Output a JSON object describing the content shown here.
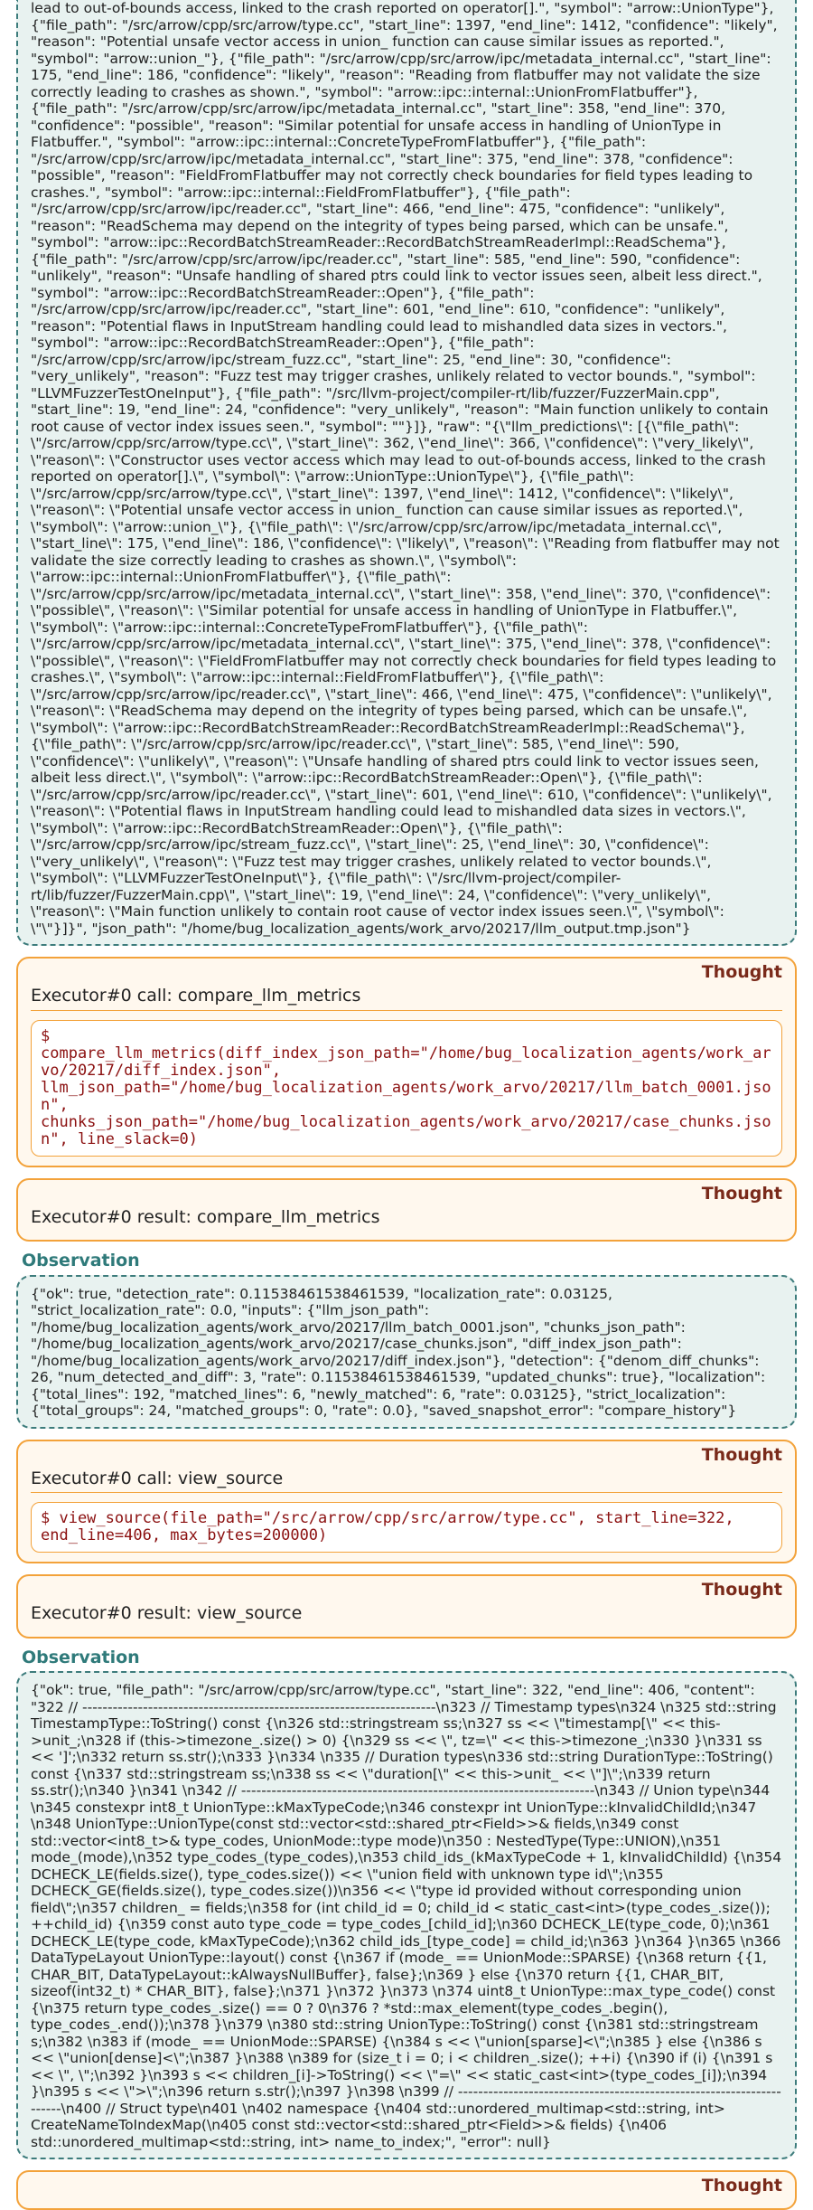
{
  "observation_1": {
    "text": "lead to out-of-bounds access, linked to the crash reported on operator[].\", \"symbol\": \"arrow::UnionType\"}, {\"file_path\": \"/src/arrow/cpp/src/arrow/type.cc\", \"start_line\": 1397, \"end_line\": 1412, \"confidence\": \"likely\", \"reason\": \"Potential unsafe vector access in union_ function can cause similar issues as reported.\", \"symbol\": \"arrow::union_\"}, {\"file_path\": \"/src/arrow/cpp/src/arrow/ipc/metadata_internal.cc\", \"start_line\": 175, \"end_line\": 186, \"confidence\": \"likely\", \"reason\": \"Reading from flatbuffer may not validate the size correctly leading to crashes as shown.\", \"symbol\": \"arrow::ipc::internal::UnionFromFlatbuffer\"}, {\"file_path\": \"/src/arrow/cpp/src/arrow/ipc/metadata_internal.cc\", \"start_line\": 358, \"end_line\": 370, \"confidence\": \"possible\", \"reason\": \"Similar potential for unsafe access in handling of UnionType in Flatbuffer.\", \"symbol\": \"arrow::ipc::internal::ConcreteTypeFromFlatbuffer\"}, {\"file_path\": \"/src/arrow/cpp/src/arrow/ipc/metadata_internal.cc\", \"start_line\": 375, \"end_line\": 378, \"confidence\": \"possible\", \"reason\": \"FieldFromFlatbuffer may not correctly check boundaries for field types leading to crashes.\", \"symbol\": \"arrow::ipc::internal::FieldFromFlatbuffer\"}, {\"file_path\": \"/src/arrow/cpp/src/arrow/ipc/reader.cc\", \"start_line\": 466, \"end_line\": 475, \"confidence\": \"unlikely\", \"reason\": \"ReadSchema may depend on the integrity of types being parsed, which can be unsafe.\", \"symbol\": \"arrow::ipc::RecordBatchStreamReader::RecordBatchStreamReaderImpl::ReadSchema\"}, {\"file_path\": \"/src/arrow/cpp/src/arrow/ipc/reader.cc\", \"start_line\": 585, \"end_line\": 590, \"confidence\": \"unlikely\", \"reason\": \"Unsafe handling of shared ptrs could link to vector issues seen, albeit less direct.\", \"symbol\": \"arrow::ipc::RecordBatchStreamReader::Open\"}, {\"file_path\": \"/src/arrow/cpp/src/arrow/ipc/reader.cc\", \"start_line\": 601, \"end_line\": 610, \"confidence\": \"unlikely\", \"reason\": \"Potential flaws in InputStream handling could lead to mishandled data sizes in vectors.\", \"symbol\": \"arrow::ipc::RecordBatchStreamReader::Open\"}, {\"file_path\": \"/src/arrow/cpp/src/arrow/ipc/stream_fuzz.cc\", \"start_line\": 25, \"end_line\": 30, \"confidence\": \"very_unlikely\", \"reason\": \"Fuzz test may trigger crashes, unlikely related to vector bounds.\", \"symbol\": \"LLVMFuzzerTestOneInput\"}, {\"file_path\": \"/src/llvm-project/compiler-rt/lib/fuzzer/FuzzerMain.cpp\", \"start_line\": 19, \"end_line\": 24, \"confidence\": \"very_unlikely\", \"reason\": \"Main function unlikely to contain root cause of vector index issues seen.\", \"symbol\": \"\"}]}, \"raw\": \"{\\\"llm_predictions\\\": [{\\\"file_path\\\": \\\"/src/arrow/cpp/src/arrow/type.cc\\\", \\\"start_line\\\": 362, \\\"end_line\\\": 366, \\\"confidence\\\": \\\"very_likely\\\", \\\"reason\\\": \\\"Constructor uses vector access which may lead to out-of-bounds access, linked to the crash reported on operator[].\\\", \\\"symbol\\\": \\\"arrow::UnionType::UnionType\\\"}, {\\\"file_path\\\": \\\"/src/arrow/cpp/src/arrow/type.cc\\\", \\\"start_line\\\": 1397, \\\"end_line\\\": 1412, \\\"confidence\\\": \\\"likely\\\", \\\"reason\\\": \\\"Potential unsafe vector access in union_ function can cause similar issues as reported.\\\", \\\"symbol\\\": \\\"arrow::union_\\\"}, {\\\"file_path\\\": \\\"/src/arrow/cpp/src/arrow/ipc/metadata_internal.cc\\\", \\\"start_line\\\": 175, \\\"end_line\\\": 186, \\\"confidence\\\": \\\"likely\\\", \\\"reason\\\": \\\"Reading from flatbuffer may not validate the size correctly leading to crashes as shown.\\\", \\\"symbol\\\": \\\"arrow::ipc::internal::UnionFromFlatbuffer\\\"}, {\\\"file_path\\\": \\\"/src/arrow/cpp/src/arrow/ipc/metadata_internal.cc\\\", \\\"start_line\\\": 358, \\\"end_line\\\": 370, \\\"confidence\\\": \\\"possible\\\", \\\"reason\\\": \\\"Similar potential for unsafe access in handling of UnionType in Flatbuffer.\\\", \\\"symbol\\\": \\\"arrow::ipc::internal::ConcreteTypeFromFlatbuffer\\\"}, {\\\"file_path\\\": \\\"/src/arrow/cpp/src/arrow/ipc/metadata_internal.cc\\\", \\\"start_line\\\": 375, \\\"end_line\\\": 378, \\\"confidence\\\": \\\"possible\\\", \\\"reason\\\": \\\"FieldFromFlatbuffer may not correctly check boundaries for field types leading to crashes.\\\", \\\"symbol\\\": \\\"arrow::ipc::internal::FieldFromFlatbuffer\\\"}, {\\\"file_path\\\": \\\"/src/arrow/cpp/src/arrow/ipc/reader.cc\\\", \\\"start_line\\\": 466, \\\"end_line\\\": 475, \\\"confidence\\\": \\\"unlikely\\\", \\\"reason\\\": \\\"ReadSchema may depend on the integrity of types being parsed, which can be unsafe.\\\", \\\"symbol\\\": \\\"arrow::ipc::RecordBatchStreamReader::RecordBatchStreamReaderImpl::ReadSchema\\\"}, {\\\"file_path\\\": \\\"/src/arrow/cpp/src/arrow/ipc/reader.cc\\\", \\\"start_line\\\": 585, \\\"end_line\\\": 590, \\\"confidence\\\": \\\"unlikely\\\", \\\"reason\\\": \\\"Unsafe handling of shared ptrs could link to vector issues seen, albeit less direct.\\\", \\\"symbol\\\": \\\"arrow::ipc::RecordBatchStreamReader::Open\\\"}, {\\\"file_path\\\": \\\"/src/arrow/cpp/src/arrow/ipc/reader.cc\\\", \\\"start_line\\\": 601, \\\"end_line\\\": 610, \\\"confidence\\\": \\\"unlikely\\\", \\\"reason\\\": \\\"Potential flaws in InputStream handling could lead to mishandled data sizes in vectors.\\\", \\\"symbol\\\": \\\"arrow::ipc::RecordBatchStreamReader::Open\\\"}, {\\\"file_path\\\": \\\"/src/arrow/cpp/src/arrow/ipc/stream_fuzz.cc\\\", \\\"start_line\\\": 25, \\\"end_line\\\": 30, \\\"confidence\\\": \\\"very_unlikely\\\", \\\"reason\\\": \\\"Fuzz test may trigger crashes, unlikely related to vector bounds.\\\", \\\"symbol\\\": \\\"LLVMFuzzerTestOneInput\\\"}, {\\\"file_path\\\": \\\"/src/llvm-project/compiler-rt/lib/fuzzer/FuzzerMain.cpp\\\", \\\"start_line\\\": 19, \\\"end_line\\\": 24, \\\"confidence\\\": \\\"very_unlikely\\\", \\\"reason\\\": \\\"Main function unlikely to contain root cause of vector index issues seen.\\\", \\\"symbol\\\": \\\"\\\"}]}\", \"json_path\": \"/home/bug_localization_agents/work_arvo/20217/llm_output.tmp.json\"}"
  },
  "thought_1": {
    "header": "Thought",
    "call_line": "Executor#0 call: compare_llm_metrics",
    "code": "$ compare_llm_metrics(diff_index_json_path=\"/home/bug_localization_agents/work_arvo/20217/diff_index.json\", llm_json_path=\"/home/bug_localization_agents/work_arvo/20217/llm_batch_0001.json\", chunks_json_path=\"/home/bug_localization_agents/work_arvo/20217/case_chunks.json\", line_slack=0)"
  },
  "thought_2": {
    "header": "Thought",
    "result_line": "Executor#0 result: compare_llm_metrics"
  },
  "observation_2": {
    "title": "Observation",
    "text": "{\"ok\": true, \"detection_rate\": 0.11538461538461539, \"localization_rate\": 0.03125, \"strict_localization_rate\": 0.0, \"inputs\": {\"llm_json_path\": \"/home/bug_localization_agents/work_arvo/20217/llm_batch_0001.json\", \"chunks_json_path\": \"/home/bug_localization_agents/work_arvo/20217/case_chunks.json\", \"diff_index_json_path\": \"/home/bug_localization_agents/work_arvo/20217/diff_index.json\"}, \"detection\": {\"denom_diff_chunks\": 26, \"num_detected_and_diff\": 3, \"rate\": 0.11538461538461539, \"updated_chunks\": true}, \"localization\": {\"total_lines\": 192, \"matched_lines\": 6, \"newly_matched\": 6, \"rate\": 0.03125}, \"strict_localization\": {\"total_groups\": 24, \"matched_groups\": 0, \"rate\": 0.0}, \"saved_snapshot_error\": \"compare_history\"}"
  },
  "thought_3": {
    "header": "Thought",
    "call_line": "Executor#0 call: view_source",
    "code": "$ view_source(file_path=\"/src/arrow/cpp/src/arrow/type.cc\", start_line=322, end_line=406, max_bytes=200000)"
  },
  "thought_4": {
    "header": "Thought",
    "result_line": "Executor#0 result: view_source"
  },
  "observation_3": {
    "title": "Observation",
    "text": "{\"ok\": true, \"file_path\": \"/src/arrow/cpp/src/arrow/type.cc\", \"start_line\": 322, \"end_line\": 406, \"content\": \"322 // ----------------------------------------------------------------------\\n323 // Timestamp types\\n324 \\n325 std::string TimestampType::ToString() const {\\n326 std::stringstream ss;\\n327 ss << \\\"timestamp[\\\" << this->unit_;\\n328 if (this->timezone_.size() > 0) {\\n329 ss << \\\", tz=\\\" << this->timezone_;\\n330 }\\n331 ss << ']';\\n332 return ss.str();\\n333 }\\n334 \\n335 // Duration types\\n336 std::string DurationType::ToString() const {\\n337 std::stringstream ss;\\n338 ss << \\\"duration[\\\" << this->unit_ << \\\"]\\\";\\n339 return ss.str();\\n340 }\\n341 \\n342 // ----------------------------------------------------------------------\\n343 // Union type\\n344 \\n345 constexpr int8_t UnionType::kMaxTypeCode;\\n346 constexpr int UnionType::kInvalidChildId;\\n347 \\n348 UnionType::UnionType(const std::vector<std::shared_ptr<Field>>& fields,\\n349 const std::vector<int8_t>& type_codes, UnionMode::type mode)\\n350 : NestedType(Type::UNION),\\n351 mode_(mode),\\n352 type_codes_(type_codes),\\n353 child_ids_(kMaxTypeCode + 1, kInvalidChildId) {\\n354 DCHECK_LE(fields.size(), type_codes.size()) << \\\"union field with unknown type id\\\";\\n355 DCHECK_GE(fields.size(), type_codes.size())\\n356 << \\\"type id provided without corresponding union field\\\";\\n357 children_ = fields;\\n358 for (int child_id = 0; child_id < static_cast<int>(type_codes_.size()); ++child_id) {\\n359 const auto type_code = type_codes_[child_id];\\n360 DCHECK_LE(type_code, 0);\\n361 DCHECK_LE(type_code, kMaxTypeCode);\\n362 child_ids_[type_code] = child_id;\\n363 }\\n364 }\\n365 \\n366 DataTypeLayout UnionType::layout() const {\\n367 if (mode_ == UnionMode::SPARSE) {\\n368 return {{1, CHAR_BIT, DataTypeLayout::kAlwaysNullBuffer}, false};\\n369 } else {\\n370 return {{1, CHAR_BIT, sizeof(int32_t) * CHAR_BIT}, false};\\n371 }\\n372 }\\n373 \\n374 uint8_t UnionType::max_type_code() const {\\n375 return type_codes_.size() == 0 ? 0\\n376 ? *std::max_element(type_codes_.begin(), type_codes_.end());\\n378 }\\n379 \\n380 std::string UnionType::ToString() const {\\n381 std::stringstream s;\\n382 \\n383 if (mode_ == UnionMode::SPARSE) {\\n384 s << \\\"union[sparse]<\\\";\\n385 } else {\\n386 s << \\\"union[dense]<\\\";\\n387 }\\n388 \\n389 for (size_t i = 0; i < children_.size(); ++i) {\\n390 if (i) {\\n391 s << \\\", \\\";\\n392 }\\n393 s << children_[i]->ToString() << \\\"=\\\" << static_cast<int>(type_codes_[i]);\\n394 }\\n395 s << \\\">\\\";\\n396 return s.str();\\n397 }\\n398 \\n399 // ----------------------------------------------------------------------\\n400 // Struct type\\n401 \\n402 namespace {\\n404 std::unordered_multimap<std::string, int> CreateNameToIndexMap(\\n405 const std::vector<std::shared_ptr<Field>>& fields) {\\n406 std::unordered_multimap<std::string, int> name_to_index;\", \"error\": null}"
  },
  "thought_5": {
    "header": "Thought"
  }
}
